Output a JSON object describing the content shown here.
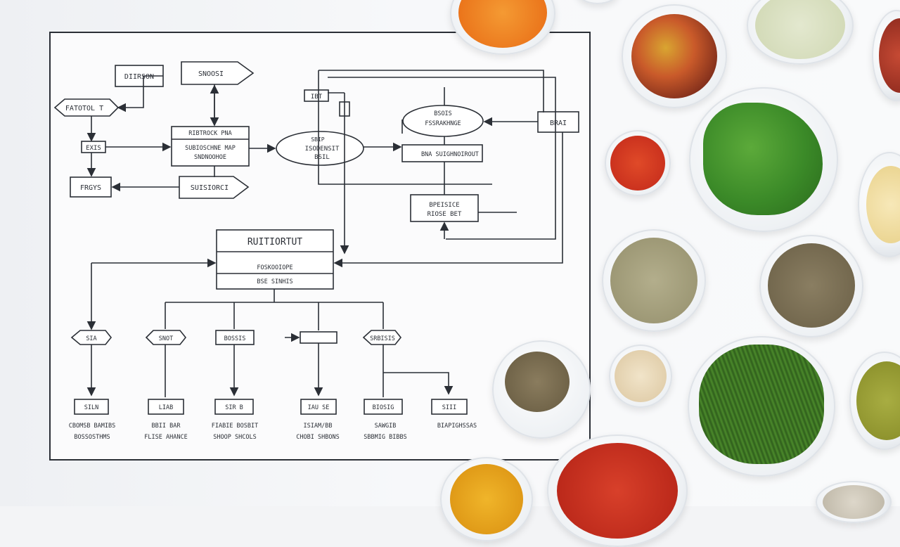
{
  "diagram": {
    "nodes": [
      {
        "id": "n-top-left",
        "text": "DIIRSON"
      },
      {
        "id": "n-top-arrow",
        "text": "SNOOSI"
      },
      {
        "id": "n-left-hex",
        "text": "FATOTOL T"
      },
      {
        "id": "n-process",
        "text": "RIBTROCK PNA"
      },
      {
        "id": "n-process-sub",
        "text": "SUBIOSCHNE MAP"
      },
      {
        "id": "n-process-sub2",
        "text": "SNDNOOHOE"
      },
      {
        "id": "n-small-left",
        "text": "EXIS"
      },
      {
        "id": "n-bottom-left",
        "text": "FRGYS"
      },
      {
        "id": "n-bottom-arrow",
        "text": "SUISIORCI"
      },
      {
        "id": "n-center-oval",
        "text": "ISODENSIT"
      },
      {
        "id": "n-center-oval-sub",
        "text": "BSIL"
      },
      {
        "id": "n-center-oval-top",
        "text": "SBIP"
      },
      {
        "id": "n-right-oval",
        "text": "BSOIS"
      },
      {
        "id": "n-right-oval-sub",
        "text": "FSSRAKHNGE"
      },
      {
        "id": "n-right-rect",
        "text": "BNA SUIGHNOIROUT"
      },
      {
        "id": "n-far-right",
        "text": "BRAI"
      },
      {
        "id": "n-mid-box",
        "text": "BPEISICE"
      },
      {
        "id": "n-mid-box-sub",
        "text": "RIOSE BET"
      },
      {
        "id": "n-main",
        "text": "RUITIORTUT"
      },
      {
        "id": "n-main-sub",
        "text": "FOSKOOIOPE"
      },
      {
        "id": "n-main-sub2",
        "text": "BSE SINHIS"
      },
      {
        "id": "n-tiny-box",
        "text": "IBT"
      }
    ],
    "branches": [
      {
        "mid": "SIA",
        "leaf": "SILN",
        "cap1": "CBOMSB BAMIBS",
        "cap2": "BOSSOSTHMS"
      },
      {
        "mid": "SNOT",
        "leaf": "LIAB",
        "cap1": "BBII BAR",
        "cap2": "FLISE AHANCE"
      },
      {
        "mid": "BOSSIS",
        "leaf": "SIR B",
        "cap1": "FIABIE BOSBIT",
        "cap2": "SHOOP SHCOLS"
      },
      {
        "mid": "",
        "leaf": "IAU SE",
        "cap1": "ISIAM/BB",
        "cap2": "CHOBI SHBONS"
      },
      {
        "mid": "SRBISIS",
        "leaf": "BIOSIG",
        "cap1": "SAWGIB",
        "cap2": "SBBMIG BIBBS"
      },
      {
        "mid": "",
        "leaf": "SIII",
        "cap1": "BIAPIGHSSAS",
        "cap2": ""
      }
    ]
  },
  "bowls": [
    {
      "name": "paprika-orange",
      "color": "#f07f1e"
    },
    {
      "name": "white-pepper-top",
      "color": "#9aa0a6"
    },
    {
      "name": "dried-vegetables",
      "color": "#c74a25"
    },
    {
      "name": "pale-green-powder",
      "color": "#d7dfc0"
    },
    {
      "name": "red-peppercorns",
      "color": "#b23a2a"
    },
    {
      "name": "cayenne",
      "color": "#d23a1c"
    },
    {
      "name": "basil",
      "color": "#3f8a2c"
    },
    {
      "name": "garlic-flakes",
      "color": "#f2dfa1"
    },
    {
      "name": "sage-powder",
      "color": "#a39f7d"
    },
    {
      "name": "cumin-seeds",
      "color": "#7a6e55"
    },
    {
      "name": "coriander-seeds",
      "color": "#7a6c52"
    },
    {
      "name": "onion-powder",
      "color": "#e8d7b8"
    },
    {
      "name": "rosemary",
      "color": "#3b6d23"
    },
    {
      "name": "green-curry-powder",
      "color": "#9aa035"
    },
    {
      "name": "turmeric",
      "color": "#e8a81a"
    },
    {
      "name": "chili-powder",
      "color": "#c8301c"
    },
    {
      "name": "salt-bottom",
      "color": "#cfc9bd"
    }
  ]
}
